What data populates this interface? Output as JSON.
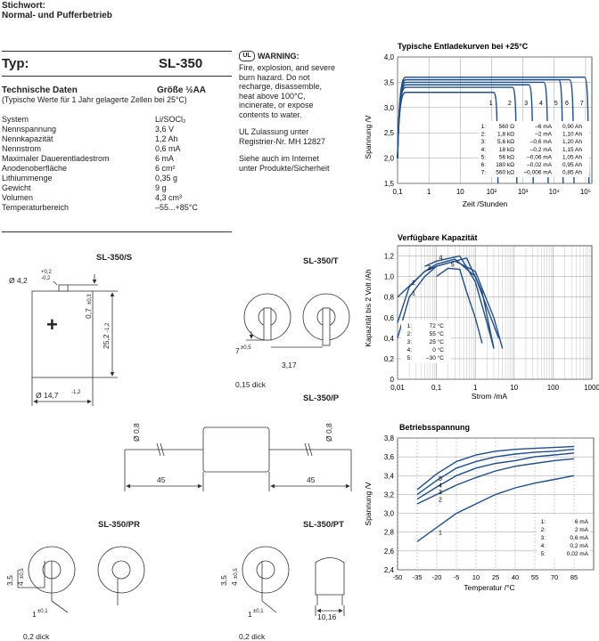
{
  "header": {
    "keyword_label": "Stichwort:",
    "keyword": "Normal- und Pufferbetrieb"
  },
  "type_row": {
    "label": "Typ:",
    "value": "SL-350"
  },
  "tech": {
    "title": "Technische Daten",
    "size": "Größe ½AA",
    "subtitle": "(Typische Werte für 1 Jahr gelagerte Zellen bei 25°C)",
    "rows": [
      {
        "k": "System",
        "v": "Li/SOCl₂"
      },
      {
        "k": "Nennspannung",
        "v": "3,6 V"
      },
      {
        "k": "Nennkapazität",
        "v": "1,2 Ah"
      },
      {
        "k": "Nennstrom",
        "v": "0,6 mA"
      },
      {
        "k": "Maximaler Dauerentladestrom",
        "v": "6 mA"
      },
      {
        "k": "Anodenoberfläche",
        "v": "6 cm²"
      },
      {
        "k": "Lithiummenge",
        "v": "0,35 g"
      },
      {
        "k": "Gewicht",
        "v": "9 g"
      },
      {
        "k": "Volumen",
        "v": "4,3 cm³"
      },
      {
        "k": "Temperaturbereich",
        "v": "–55...+85°C"
      }
    ]
  },
  "warning": {
    "title": "WARNING:",
    "lines": [
      "Fire, explosion, and severe",
      "burn hazard. Do not",
      "recharge, disassemble,",
      "heat above 100°C,",
      "incinerate, or expose",
      "contents to water."
    ],
    "ul_lines": [
      "UL Zulassung unter",
      "Registrier-Nr. MH 12827"
    ],
    "web_lines": [
      "Siehe auch im Internet",
      "unter Produkte/Sicherheit"
    ]
  },
  "colors": {
    "curve": "#1f4e8c",
    "grid": "#9a9a9a",
    "text": "#222222"
  },
  "chart_data": [
    {
      "type": "line",
      "title": "Typische Entladekurven bei +25°C",
      "xlabel": "Zeit /Stunden",
      "ylabel": "Spannung /V",
      "xscale": "log",
      "xticks": [
        "0,1",
        "1",
        "10",
        "10²",
        "10³",
        "10⁴",
        "10⁵"
      ],
      "yticks": [
        "1,5",
        "2,0",
        "2,5",
        "3,0",
        "3,5",
        "4,0"
      ],
      "ylim": [
        1.5,
        4.0
      ],
      "series": [
        {
          "name": "1",
          "plateau": 3.3,
          "end_hours": 150
        },
        {
          "name": "2",
          "plateau": 3.4,
          "end_hours": 600
        },
        {
          "name": "3",
          "plateau": 3.45,
          "end_hours": 2000
        },
        {
          "name": "4",
          "plateau": 3.5,
          "end_hours": 6000
        },
        {
          "name": "5",
          "plateau": 3.55,
          "end_hours": 18000
        },
        {
          "name": "6",
          "plateau": 3.55,
          "end_hours": 40000
        },
        {
          "name": "7",
          "plateau": 3.6,
          "end_hours": 120000
        }
      ],
      "legend": [
        [
          "1:",
          "560 Ω",
          "–6 mA",
          "0,90 Ah"
        ],
        [
          "2:",
          "1,8 kΩ",
          "–2 mA",
          "1,10 Ah"
        ],
        [
          "3:",
          "5,6 kΩ",
          "–0,6 mA",
          "1,20 Ah"
        ],
        [
          "4:",
          "18 kΩ",
          "–0,2 mA",
          "1,15 Ah"
        ],
        [
          "5:",
          "56 kΩ",
          "–0,06 mA",
          "1,05 Ah"
        ],
        [
          "6:",
          "180 kΩ",
          "–0,02 mA",
          "0,95 Ah"
        ],
        [
          "7:",
          "560 kΩ",
          "–0,006 mA",
          "0,85 Ah"
        ]
      ]
    },
    {
      "type": "line",
      "title": "Verfügbare Kapazität",
      "xlabel": "Strom /mA",
      "ylabel": "Kapazität bis 2 Volt /Ah",
      "xscale": "log",
      "xticks": [
        "0,01",
        "0,1",
        "1",
        "10",
        "100",
        "1000"
      ],
      "yticks": [
        "0",
        "0,2",
        "0,4",
        "0,6",
        "0,8",
        "1,0",
        "1,2"
      ],
      "ylim": [
        0,
        1.3
      ],
      "series": [
        {
          "name": "1",
          "points": [
            [
              0.01,
              0.4
            ],
            [
              0.02,
              0.8
            ],
            [
              0.05,
              1.0
            ],
            [
              0.1,
              1.1
            ],
            [
              0.3,
              1.15
            ],
            [
              1,
              1.05
            ],
            [
              3,
              0.6
            ],
            [
              5,
              0.3
            ]
          ]
        },
        {
          "name": "2",
          "points": [
            [
              0.01,
              0.55
            ],
            [
              0.02,
              0.9
            ],
            [
              0.05,
              1.05
            ],
            [
              0.1,
              1.12
            ],
            [
              0.3,
              1.17
            ],
            [
              1,
              1.0
            ],
            [
              2,
              0.7
            ],
            [
              4,
              0.4
            ]
          ]
        },
        {
          "name": "3",
          "points": [
            [
              0.01,
              0.8
            ],
            [
              0.05,
              1.05
            ],
            [
              0.1,
              1.1
            ],
            [
              0.3,
              1.15
            ],
            [
              0.6,
              1.18
            ],
            [
              1.5,
              0.85
            ],
            [
              3,
              0.3
            ]
          ]
        },
        {
          "name": "4",
          "points": [
            [
              0.05,
              1.1
            ],
            [
              0.1,
              1.15
            ],
            [
              0.4,
              1.2
            ],
            [
              1,
              0.95
            ],
            [
              2,
              0.55
            ],
            [
              3,
              0.3
            ]
          ]
        },
        {
          "name": "5",
          "points": [
            [
              0.1,
              1.0
            ],
            [
              0.2,
              1.08
            ],
            [
              0.4,
              1.07
            ],
            [
              0.6,
              0.85
            ],
            [
              1,
              0.6
            ],
            [
              1.5,
              0.35
            ]
          ]
        }
      ],
      "legend": [
        [
          "1:",
          "72 °C"
        ],
        [
          "2:",
          "55 °C"
        ],
        [
          "3:",
          "25 °C"
        ],
        [
          "4:",
          "0 °C"
        ],
        [
          "5:",
          "–30 °C"
        ]
      ]
    },
    {
      "type": "line",
      "title": "Betriebsspannung",
      "xlabel": "Temperatur /°C",
      "ylabel": "Spannung /V",
      "xticks": [
        "-50",
        "-35",
        "-20",
        "-5",
        "10",
        "25",
        "40",
        "55",
        "70",
        "85"
      ],
      "yticks": [
        "2,4",
        "2,6",
        "2,8",
        "3,0",
        "3,2",
        "3,4",
        "3,6",
        "3,8"
      ],
      "xlim": [
        -50,
        100
      ],
      "ylim": [
        2.4,
        3.8
      ],
      "series": [
        {
          "name": "1",
          "points": [
            [
              -35,
              2.7
            ],
            [
              -20,
              2.85
            ],
            [
              -5,
              3.0
            ],
            [
              10,
              3.1
            ],
            [
              25,
              3.2
            ],
            [
              40,
              3.27
            ],
            [
              55,
              3.32
            ],
            [
              70,
              3.36
            ],
            [
              85,
              3.4
            ]
          ]
        },
        {
          "name": "2",
          "points": [
            [
              -35,
              3.1
            ],
            [
              -20,
              3.2
            ],
            [
              -5,
              3.3
            ],
            [
              10,
              3.38
            ],
            [
              25,
              3.45
            ],
            [
              40,
              3.5
            ],
            [
              55,
              3.53
            ],
            [
              70,
              3.56
            ],
            [
              85,
              3.58
            ]
          ]
        },
        {
          "name": "3",
          "points": [
            [
              -35,
              3.15
            ],
            [
              -20,
              3.28
            ],
            [
              -5,
              3.4
            ],
            [
              10,
              3.48
            ],
            [
              25,
              3.53
            ],
            [
              40,
              3.56
            ],
            [
              55,
              3.6
            ],
            [
              70,
              3.62
            ],
            [
              85,
              3.64
            ]
          ]
        },
        {
          "name": "4",
          "points": [
            [
              -35,
              3.2
            ],
            [
              -20,
              3.35
            ],
            [
              -5,
              3.48
            ],
            [
              10,
              3.55
            ],
            [
              25,
              3.6
            ],
            [
              40,
              3.63
            ],
            [
              55,
              3.65
            ],
            [
              70,
              3.66
            ],
            [
              85,
              3.68
            ]
          ]
        },
        {
          "name": "5",
          "points": [
            [
              -35,
              3.25
            ],
            [
              -20,
              3.42
            ],
            [
              -5,
              3.55
            ],
            [
              10,
              3.62
            ],
            [
              25,
              3.66
            ],
            [
              40,
              3.68
            ],
            [
              55,
              3.69
            ],
            [
              70,
              3.7
            ],
            [
              85,
              3.71
            ]
          ]
        }
      ],
      "legend": [
        [
          "1:",
          "6 mA"
        ],
        [
          "2:",
          "2 mA"
        ],
        [
          "3:",
          "0,6 mA"
        ],
        [
          "4:",
          "0,2 mA"
        ],
        [
          "5:",
          "0,02 mA"
        ]
      ]
    }
  ],
  "drawings": {
    "s": {
      "title": "SL-350/S",
      "dia_top": "Ø 4,2",
      "tol_top_plus": "+0,2",
      "tol_top_minus": "-0,2",
      "h_top": "0,7",
      "h_top_tol": "±0,3",
      "height": "25,2",
      "height_tol": "-1,2",
      "dia": "Ø 14,7",
      "dia_tol": "-1,2",
      "plus": "+"
    },
    "t": {
      "title": "SL-350/T",
      "d7": "7",
      "d7_tol": "±0,5",
      "d317": "3,17",
      "thick": "0,15 dick"
    },
    "p": {
      "title": "SL-350/P",
      "d08a": "Ø 0,8",
      "d08b": "Ø 0,8",
      "l1": "45",
      "l2": "45"
    },
    "pr": {
      "title": "SL-350/PR",
      "d35": "3,5",
      "d4": "4",
      "d4tol": "±0,5",
      "d1": "1",
      "d1tol": "±0,1",
      "thick": "0,2 dick"
    },
    "pt": {
      "title": "SL-350/PT",
      "d35": "3,5",
      "d4": "4",
      "d4tol": "±0,5",
      "d1": "1",
      "d1tol": "±0,1",
      "w": "10,16",
      "thick": "0,2 dick"
    }
  }
}
